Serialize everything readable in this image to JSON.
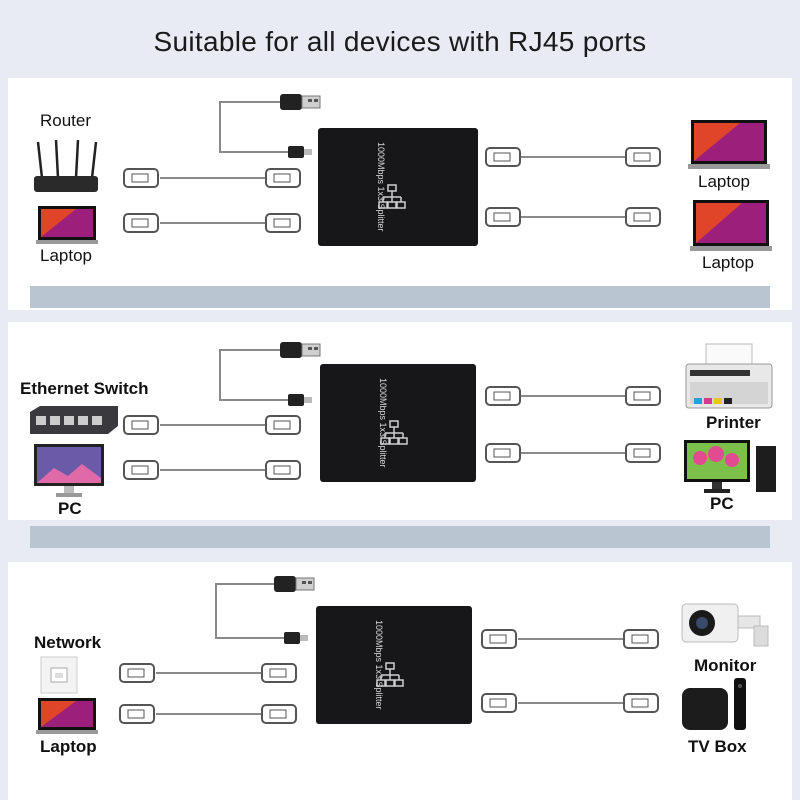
{
  "title": "Suitable for all devices with RJ45 ports",
  "device_label": "1000Mbps 1x3 Splitter",
  "colors": {
    "device": "#17171a",
    "cable": "#8a8a8a",
    "band": "#b9c6d2",
    "background": "#e8eaf4"
  },
  "panels": [
    {
      "left_top": "Router",
      "left_bottom": "Laptop",
      "right_top": "Laptop",
      "right_bottom": "Laptop"
    },
    {
      "left_top": "Ethernet Switch",
      "left_bottom": "PC",
      "right_top": "Printer",
      "right_bottom": "PC"
    },
    {
      "left_top": "Network",
      "left_bottom": "Laptop",
      "right_top": "Monitor",
      "right_bottom": "TV Box"
    }
  ],
  "icons": [
    "router-icon",
    "laptop-icon",
    "ethernet-switch-icon",
    "pc-icon",
    "printer-icon",
    "network-wall-socket-icon",
    "security-camera-icon",
    "tv-box-icon",
    "usb-cable-icon",
    "rj45-connector-icon",
    "splitter-device-icon"
  ]
}
